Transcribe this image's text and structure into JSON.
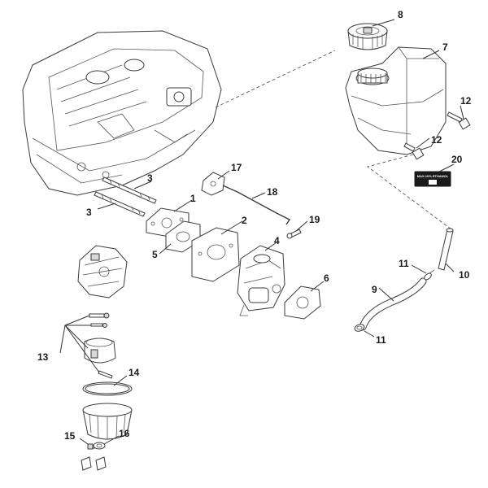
{
  "callouts": {
    "c1": "1",
    "c2": "2",
    "c3a": "3",
    "c3b": "3",
    "c4": "4",
    "c5": "5",
    "c6": "6",
    "c7": "7",
    "c8": "8",
    "c9": "9",
    "c10": "10",
    "c11a": "11",
    "c11b": "11",
    "c12a": "12",
    "c12b": "12",
    "c13": "13",
    "c14": "14",
    "c15": "15",
    "c16": "16",
    "c17": "17",
    "c18": "18",
    "c19": "19",
    "c20": "20"
  },
  "decal": {
    "text": "MAX.10% ETHANOL"
  },
  "colors": {
    "line": "#3a3a3a",
    "fill": "#ffffff",
    "shade": "#d8d8d8",
    "decal": "#1a1a1a"
  }
}
